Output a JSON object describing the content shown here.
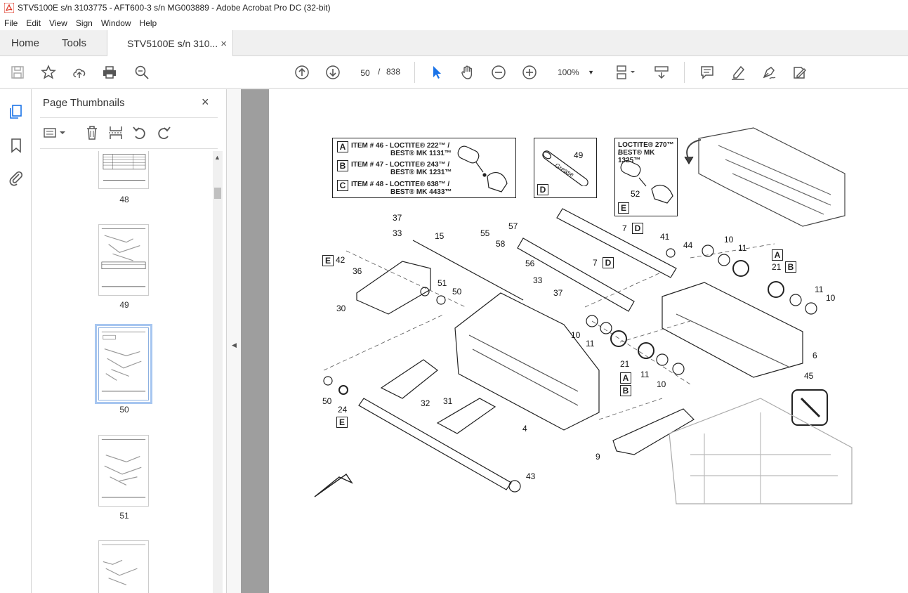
{
  "window": {
    "title": "STV5100E s/n 3103775 - AFT600-3 s/n MG003889 - Adobe Acrobat Pro DC (32-bit)"
  },
  "menu": [
    "File",
    "Edit",
    "View",
    "Sign",
    "Window",
    "Help"
  ],
  "tabs": {
    "home": "Home",
    "tools": "Tools",
    "doc": "STV5100E s/n 310...",
    "close": "×"
  },
  "toolbar": {
    "page_current": "50",
    "page_sep": "/",
    "page_total": "838",
    "zoom": "100%"
  },
  "panel": {
    "title": "Page Thumbnails",
    "close": "×",
    "thumbnails": [
      {
        "label": "48"
      },
      {
        "label": "49"
      },
      {
        "label": "50"
      },
      {
        "label": "51"
      },
      {
        "label": ""
      }
    ]
  },
  "diagram": {
    "boxA_items": [
      {
        "letter": "A",
        "line1": "ITEM # 46 - LOCTITE® 222™ /",
        "line2": "BEST® MK 1131™"
      },
      {
        "letter": "B",
        "line1": "ITEM # 47 - LOCTITE® 243™ /",
        "line2": "BEST® MK 1231™"
      },
      {
        "letter": "C",
        "line1": "ITEM # 48 - LOCTITE® 638™ /",
        "line2": "BEST® MK 4433™"
      }
    ],
    "boxD": {
      "num": "49",
      "text": "Grease",
      "letter": "D"
    },
    "boxE": {
      "line1": "LOCTITE® 270™ /",
      "line2": "BEST® MK 1325™",
      "num": "52",
      "letter": "E"
    },
    "callouts": [
      "37",
      "33",
      "15",
      "55",
      "57",
      "58",
      "56",
      "33",
      "37",
      "42",
      "36",
      "51",
      "50",
      "30",
      "7",
      "7",
      "41",
      "44",
      "10",
      "11",
      "21",
      "11",
      "10",
      "10",
      "11",
      "21",
      "11",
      "10",
      "6",
      "4",
      "32",
      "31",
      "50",
      "24",
      "9",
      "45",
      "43"
    ],
    "letters": [
      "A",
      "B",
      "D",
      "D",
      "E",
      "E",
      "A",
      "B"
    ]
  }
}
